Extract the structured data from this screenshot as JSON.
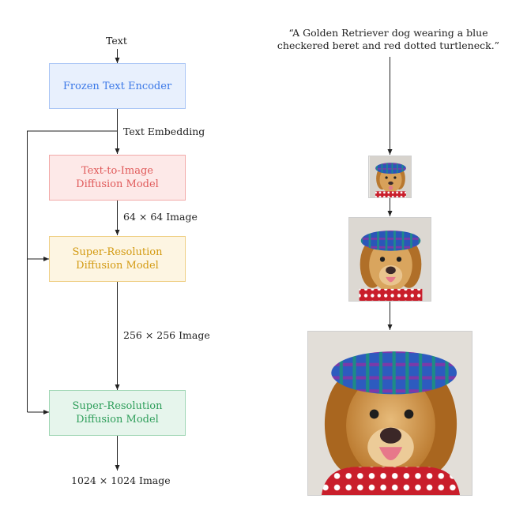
{
  "pipeline": {
    "input_label": "Text",
    "encoder": {
      "label": "Frozen Text Encoder",
      "color": "#3b78e7",
      "fill": "#e8f0fd",
      "border": "#a9c5f5"
    },
    "embedding_label": "Text Embedding",
    "stage1": {
      "line1": "Text-to-Image",
      "line2": "Diffusion Model",
      "color": "#e05a5a",
      "fill": "#fde9e8",
      "border": "#f2aaa8"
    },
    "edge1_label": "64 × 64 Image",
    "stage2": {
      "line1": "Super-Resolution",
      "line2": "Diffusion Model",
      "color": "#d39a12",
      "fill": "#fdf5e2",
      "border": "#efcf85"
    },
    "edge2_label": "256 × 256 Image",
    "stage3": {
      "line1": "Super-Resolution",
      "line2": "Diffusion Model",
      "color": "#2e9e5a",
      "fill": "#e6f5ec",
      "border": "#9fd6b4"
    },
    "output_label": "1024 × 1024 Image"
  },
  "example": {
    "prompt_line1": "“A Golden Retriever dog wearing a blue",
    "prompt_line2": "checkered beret and red dotted turtleneck.”"
  }
}
